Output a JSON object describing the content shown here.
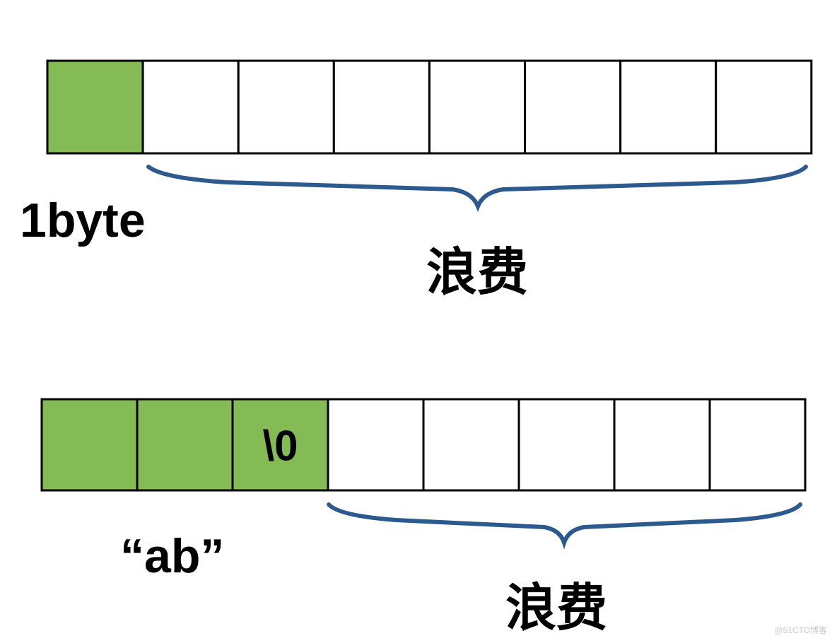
{
  "colors": {
    "filled": "#84bb55",
    "empty": "#ffffff",
    "border": "#000000",
    "brace": "#2c5a8e"
  },
  "rows": [
    {
      "cells": [
        {
          "filled": true,
          "text": ""
        },
        {
          "filled": false,
          "text": ""
        },
        {
          "filled": false,
          "text": ""
        },
        {
          "filled": false,
          "text": ""
        },
        {
          "filled": false,
          "text": ""
        },
        {
          "filled": false,
          "text": ""
        },
        {
          "filled": false,
          "text": ""
        },
        {
          "filled": false,
          "text": ""
        }
      ],
      "label": "1byte",
      "brace_label": "浪费"
    },
    {
      "cells": [
        {
          "filled": true,
          "text": ""
        },
        {
          "filled": true,
          "text": ""
        },
        {
          "filled": true,
          "text": "\\0"
        },
        {
          "filled": false,
          "text": ""
        },
        {
          "filled": false,
          "text": ""
        },
        {
          "filled": false,
          "text": ""
        },
        {
          "filled": false,
          "text": ""
        },
        {
          "filled": false,
          "text": ""
        }
      ],
      "label": "“ab”",
      "brace_label": "浪费"
    }
  ],
  "watermark": "@51CTO博客"
}
